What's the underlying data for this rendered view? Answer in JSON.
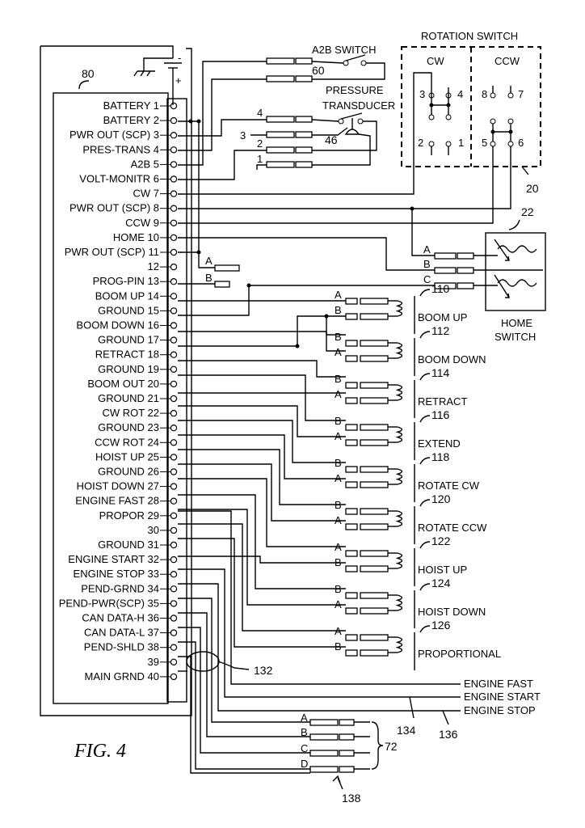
{
  "figure": {
    "label": "FIG. 4"
  },
  "controller": {
    "ref": "80",
    "pins": [
      "BATTERY 1",
      "BATTERY 2",
      "PWR OUT (SCP) 3",
      "PRES-TRANS 4",
      "A2B 5",
      "VOLT-MONITR 6",
      "CW 7",
      "PWR OUT (SCP) 8",
      "CCW 9",
      "HOME 10",
      "PWR OUT (SCP) 11",
      "12",
      "PROG-PIN 13",
      "BOOM UP 14",
      "GROUND 15",
      "BOOM DOWN 16",
      "GROUND 17",
      "RETRACT 18",
      "GROUND 19",
      "BOOM OUT 20",
      "GROUND 21",
      "CW ROT 22",
      "GROUND 23",
      "CCW ROT 24",
      "HOIST UP 25",
      "GROUND 26",
      "HOIST DOWN 27",
      "ENGINE FAST 28",
      "PROPOR 29",
      "30",
      "GROUND 31",
      "ENGINE START 32",
      "ENGINE STOP 33",
      "PEND-GRND 34",
      "PEND-PWR(SCP) 35",
      "CAN DATA-H 36",
      "CAN DATA-L 37",
      "PEND-SHLD 38",
      "39",
      "MAIN GRND 40"
    ]
  },
  "battery": {
    "minus": "-",
    "plus": "+"
  },
  "a2b_switch": {
    "label": "A2B SWITCH",
    "ref": "60"
  },
  "pressure_transducer": {
    "label_line1": "PRESSURE",
    "label_line2": "TRANSDUCER",
    "ref": "46",
    "wires": [
      "4",
      "3",
      "2",
      "1"
    ]
  },
  "rotation_switch": {
    "label": "ROTATION SWITCH",
    "cw_label": "CW",
    "ccw_label": "CCW",
    "ref": "20",
    "cw_contacts": [
      "3",
      "4",
      "2",
      "1"
    ],
    "ccw_contacts": [
      "8",
      "7",
      "5",
      "6"
    ]
  },
  "home_switch": {
    "label_line1": "HOME",
    "label_line2": "SWITCH",
    "ref": "22",
    "wires": [
      "A",
      "B",
      "C"
    ]
  },
  "prog_connector": {
    "wires": [
      "A",
      "B"
    ]
  },
  "solenoids": [
    {
      "ref": "110",
      "label": "BOOM UP",
      "wire1": "A",
      "wire2": "B"
    },
    {
      "ref": "112",
      "label": "BOOM DOWN",
      "wire1": "B",
      "wire2": "A"
    },
    {
      "ref": "114",
      "label": "RETRACT",
      "wire1": "B",
      "wire2": "A"
    },
    {
      "ref": "116",
      "label": "EXTEND",
      "wire1": "B",
      "wire2": "A"
    },
    {
      "ref": "118",
      "label": "ROTATE CW",
      "wire1": "B",
      "wire2": "A"
    },
    {
      "ref": "120",
      "label": "ROTATE CCW",
      "wire1": "B",
      "wire2": "A"
    },
    {
      "ref": "122",
      "label": "HOIST UP",
      "wire1": "A",
      "wire2": "B"
    },
    {
      "ref": "124",
      "label": "HOIST DOWN",
      "wire1": "B",
      "wire2": "A"
    },
    {
      "ref": "126",
      "label": "PROPORTIONAL",
      "wire1": "A",
      "wire2": "B"
    }
  ],
  "engine_outputs": {
    "labels": [
      "ENGINE FAST",
      "ENGINE START",
      "ENGINE STOP"
    ],
    "refs": [
      "134",
      "136"
    ]
  },
  "can_bundle": {
    "ref": "132"
  },
  "pendant": {
    "ref_bracket": "72",
    "ref_arrow": "138",
    "wires": [
      "A",
      "B",
      "C",
      "D"
    ]
  }
}
